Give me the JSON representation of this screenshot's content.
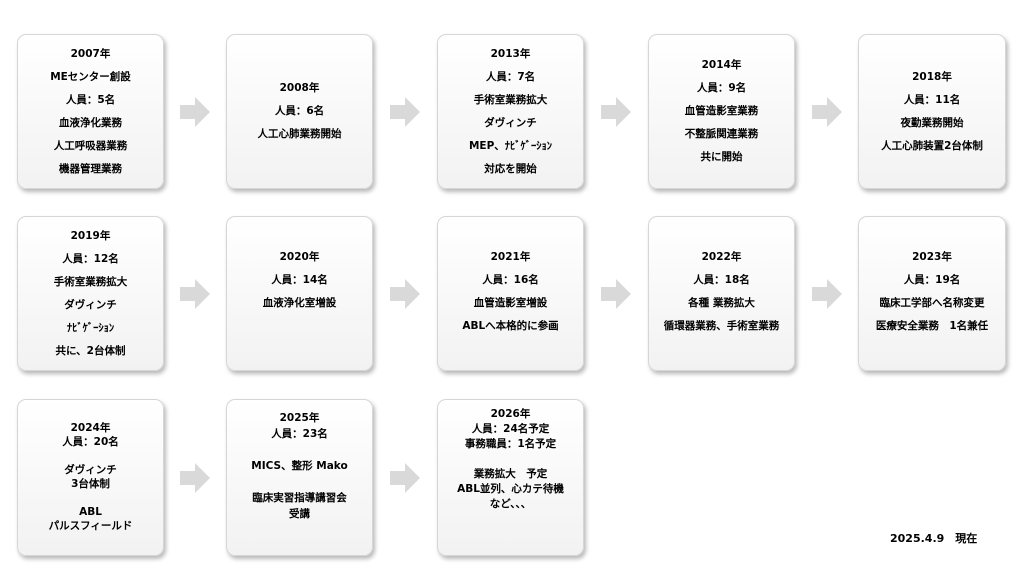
{
  "boxes": [
    {
      "lines": [
        "2007年",
        "MEセンター創設",
        "人員：5名",
        "血液浄化業務",
        "人工呼吸器業務",
        "機器管理業務"
      ],
      "gap": 10
    },
    {
      "lines": [
        "2008年",
        "人員：6名",
        "人工心肺業務開始"
      ],
      "gap": 10
    },
    {
      "lines": [
        "2013年",
        "人員：7名",
        "手術室業務拡大",
        "ダヴィンチ",
        "MEP、ﾅﾋﾞｹﾞｰｼｮﾝ",
        "対応を開始"
      ],
      "gap": 10
    },
    {
      "lines": [
        "2014年",
        "人員：9名",
        "血管造影室業務",
        "不整脈関連業務",
        "共に開始"
      ],
      "gap": 10
    },
    {
      "lines": [
        "2018年",
        "人員：11名",
        "夜勤業務開始",
        "人工心肺装置2台体制"
      ],
      "gap": 10
    },
    {
      "lines": [
        "2019年",
        "人員：12名",
        "手術室業務拡大",
        "ダヴィンチ",
        "ﾅﾋﾞｹﾞｰｼｮﾝ",
        "共に、2台体制"
      ],
      "gap": 10
    },
    {
      "lines": [
        "2020年",
        "人員：14名",
        "血液浄化室増設"
      ],
      "gap": 10
    },
    {
      "lines": [
        "2021年",
        "人員：16名",
        "血管造影室増設",
        "ABLへ本格的に参画"
      ],
      "gap": 10
    },
    {
      "lines": [
        "2022年",
        "人員：18名",
        "各種 業務拡大",
        "循環器業務、手術室業務"
      ],
      "gap": 10
    },
    {
      "lines": [
        "2023年",
        "人員：19名",
        "臨床工学部へ名称変更",
        "医療安全業務　1名兼任"
      ],
      "gap": 10
    },
    {
      "lines": [
        "2024年",
        "人員：20名",
        "",
        "ダヴィンチ",
        "3台体制",
        "",
        "ABL",
        "パルスフィールド"
      ],
      "gap": 1
    },
    {
      "lines": [
        "2025年",
        "人員：23名",
        "",
        "MICS、整形 Mako",
        "",
        "臨床実習指導講習会",
        "受講"
      ],
      "gap": 3
    },
    {
      "lines": [
        "2026年",
        "人員：24名予定",
        "事務職員：1名予定",
        "",
        "業務拡大　予定",
        "ABL並列、心カテ待機",
        "など、、、"
      ],
      "gap": 2
    }
  ],
  "footer": "2025.4.9　現在"
}
